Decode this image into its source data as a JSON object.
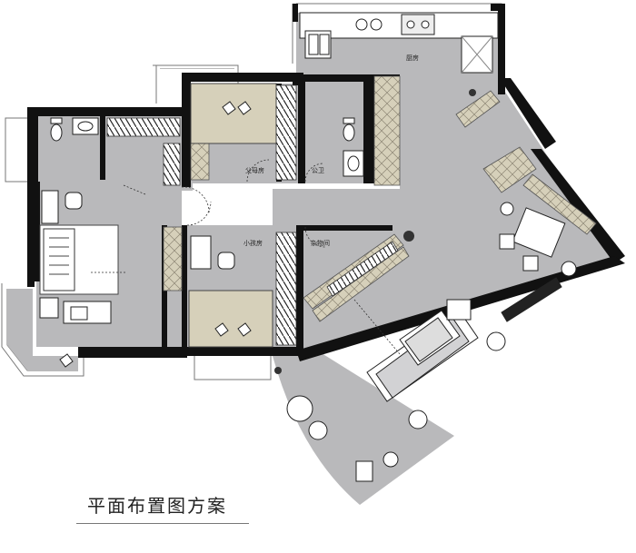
{
  "rooms": {
    "kitchen": "厨房",
    "parents_room": "父母房",
    "public_bath": "公卫",
    "child_room": "小孩房",
    "storage": "杂物间"
  },
  "caption": "平面布置图方案",
  "colors": {
    "wall": "#111111",
    "floor": "#b9b9bb",
    "furniture": "#ffffff",
    "wood": "#d9d3bf",
    "balcony": "#ffffff"
  }
}
